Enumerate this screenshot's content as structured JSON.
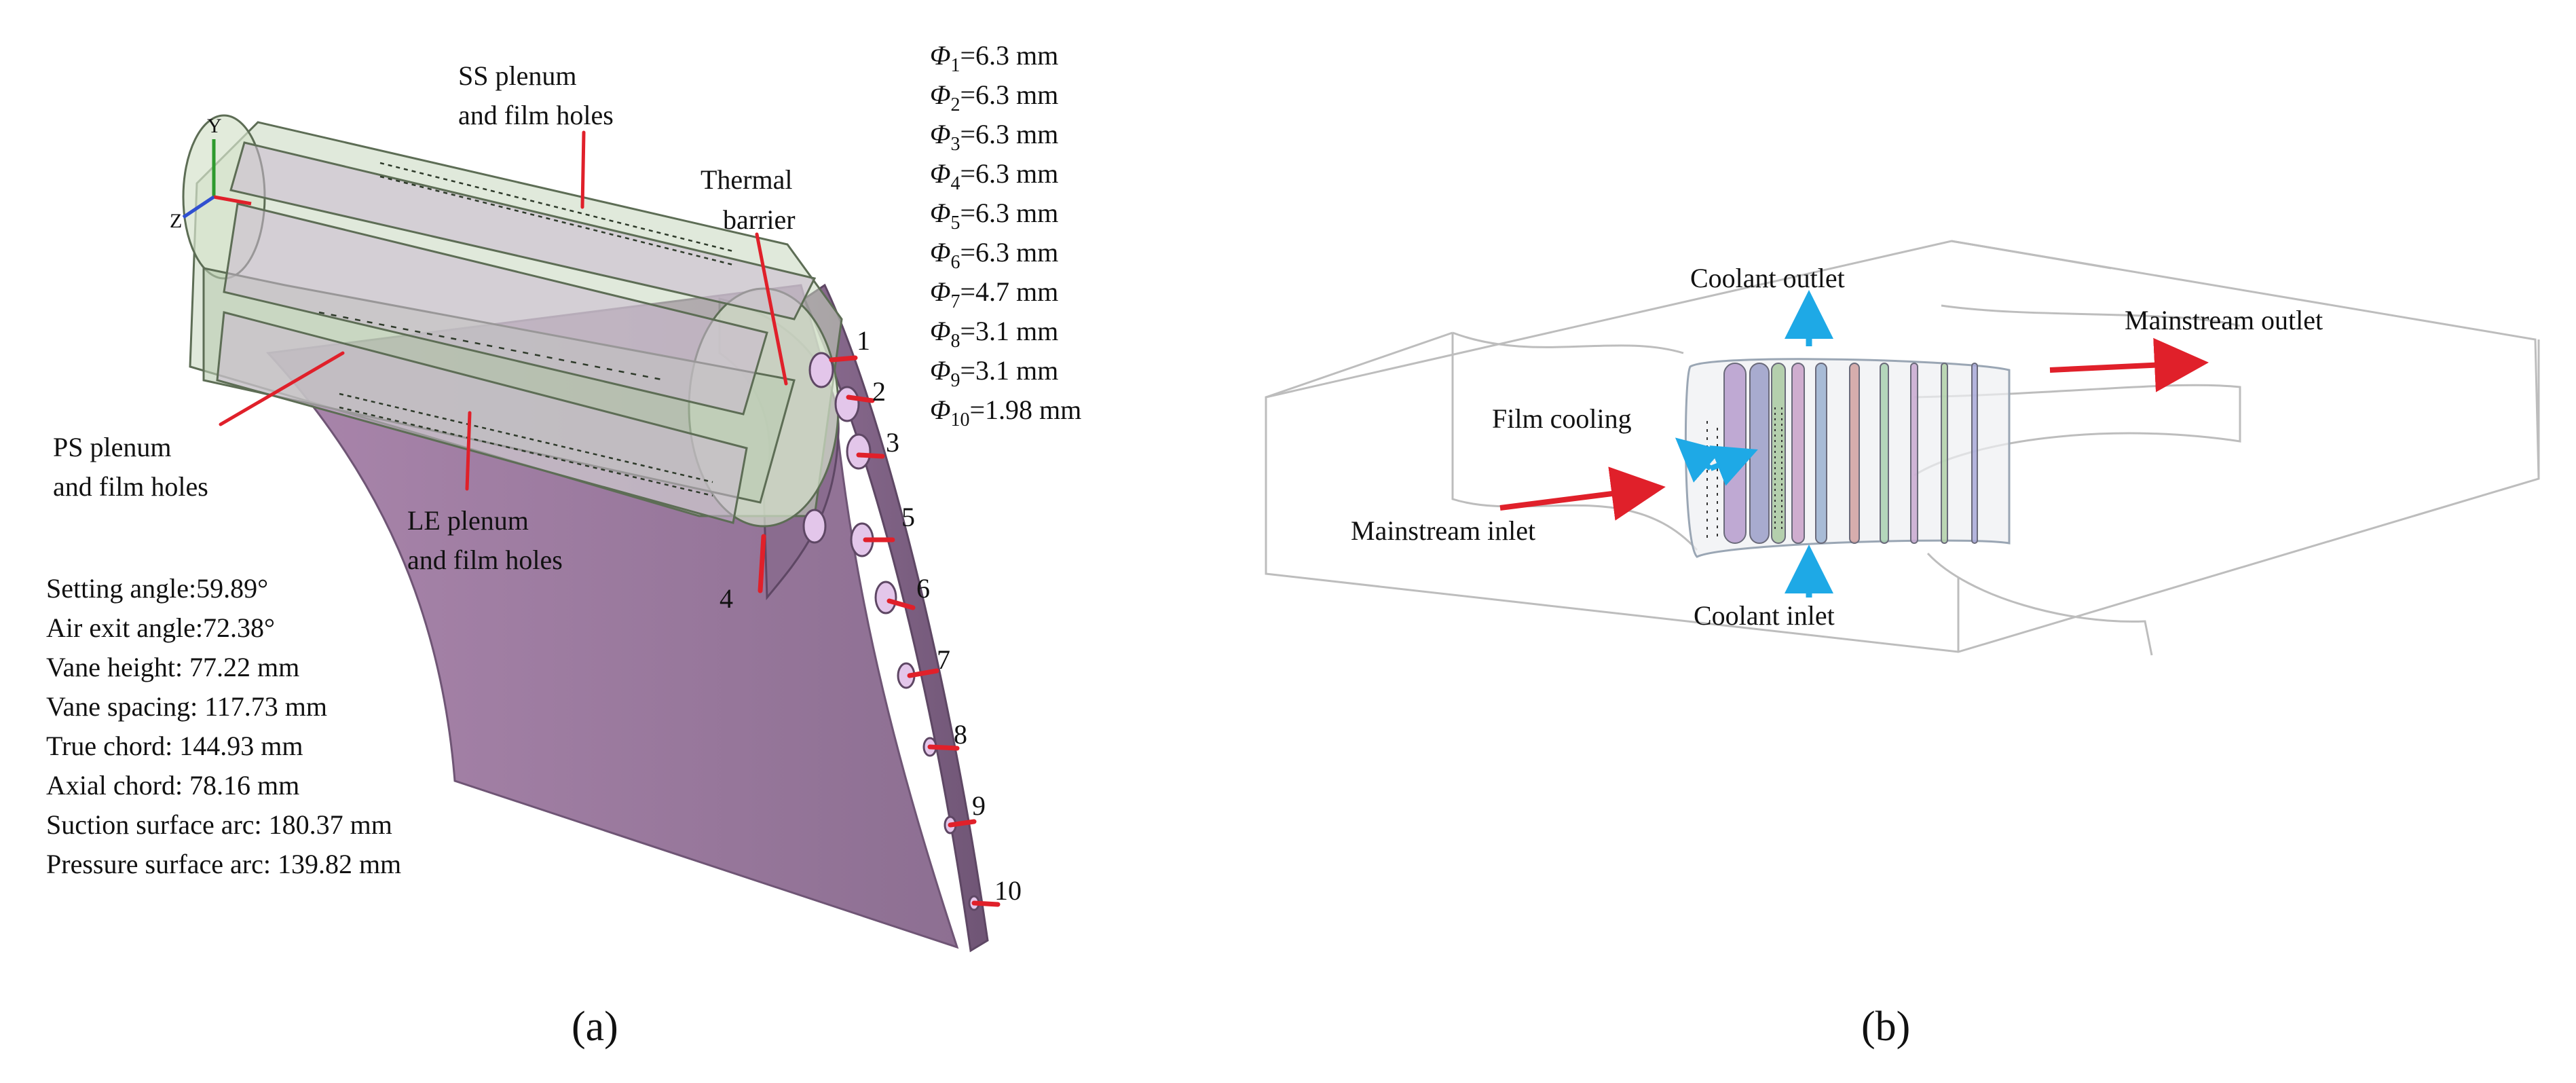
{
  "colors": {
    "vane": "#9b7a9e",
    "vane_dark": "#7e6283",
    "plenum": "#c7d7bd",
    "plenum_edge": "#5d6d55",
    "arrow_red": "#e0202a",
    "arrow_blue": "#1ea9e6",
    "domain_line": "#bdbdbd"
  },
  "panel_a": {
    "label": "(a)",
    "callouts": {
      "ss": [
        "SS plenum",
        "and film holes"
      ],
      "thermal": [
        "Thermal",
        "barrier"
      ],
      "ps": [
        "PS plenum",
        "and film holes"
      ],
      "le": [
        "LE plenum",
        "and film holes"
      ]
    },
    "hole_numbers": [
      "1",
      "2",
      "3",
      "4",
      "5",
      "6",
      "7",
      "8",
      "9",
      "10"
    ],
    "diameters": [
      {
        "sym": "Φ",
        "sub": "1",
        "val": "=6.3 mm"
      },
      {
        "sym": "Φ",
        "sub": "2",
        "val": "=6.3 mm"
      },
      {
        "sym": "Φ",
        "sub": "3",
        "val": "=6.3 mm"
      },
      {
        "sym": "Φ",
        "sub": "4",
        "val": "=6.3 mm"
      },
      {
        "sym": "Φ",
        "sub": "5",
        "val": "=6.3 mm"
      },
      {
        "sym": "Φ",
        "sub": "6",
        "val": "=6.3 mm"
      },
      {
        "sym": "Φ",
        "sub": "7",
        "val": "=4.7 mm"
      },
      {
        "sym": "Φ",
        "sub": "8",
        "val": "=3.1 mm"
      },
      {
        "sym": "Φ",
        "sub": "9",
        "val": "=3.1 mm"
      },
      {
        "sym": "Φ",
        "sub": "10",
        "val": "=1.98 mm"
      }
    ],
    "geometry": [
      "Setting angle:59.89°",
      "Air exit angle:72.38°",
      "Vane height: 77.22 mm",
      "Vane spacing: 117.73 mm",
      "True chord: 144.93 mm",
      "Axial chord: 78.16 mm",
      "Suction surface arc: 180.37 mm",
      "Pressure surface arc: 139.82 mm"
    ],
    "axes": {
      "y": "Y",
      "z": "Z"
    }
  },
  "panel_b": {
    "label": "(b)",
    "coolant_outlet": "Coolant outlet",
    "mainstream_outlet": "Mainstream outlet",
    "film_cooling": "Film cooling",
    "mainstream_inlet": "Mainstream inlet",
    "coolant_inlet": "Coolant inlet"
  }
}
